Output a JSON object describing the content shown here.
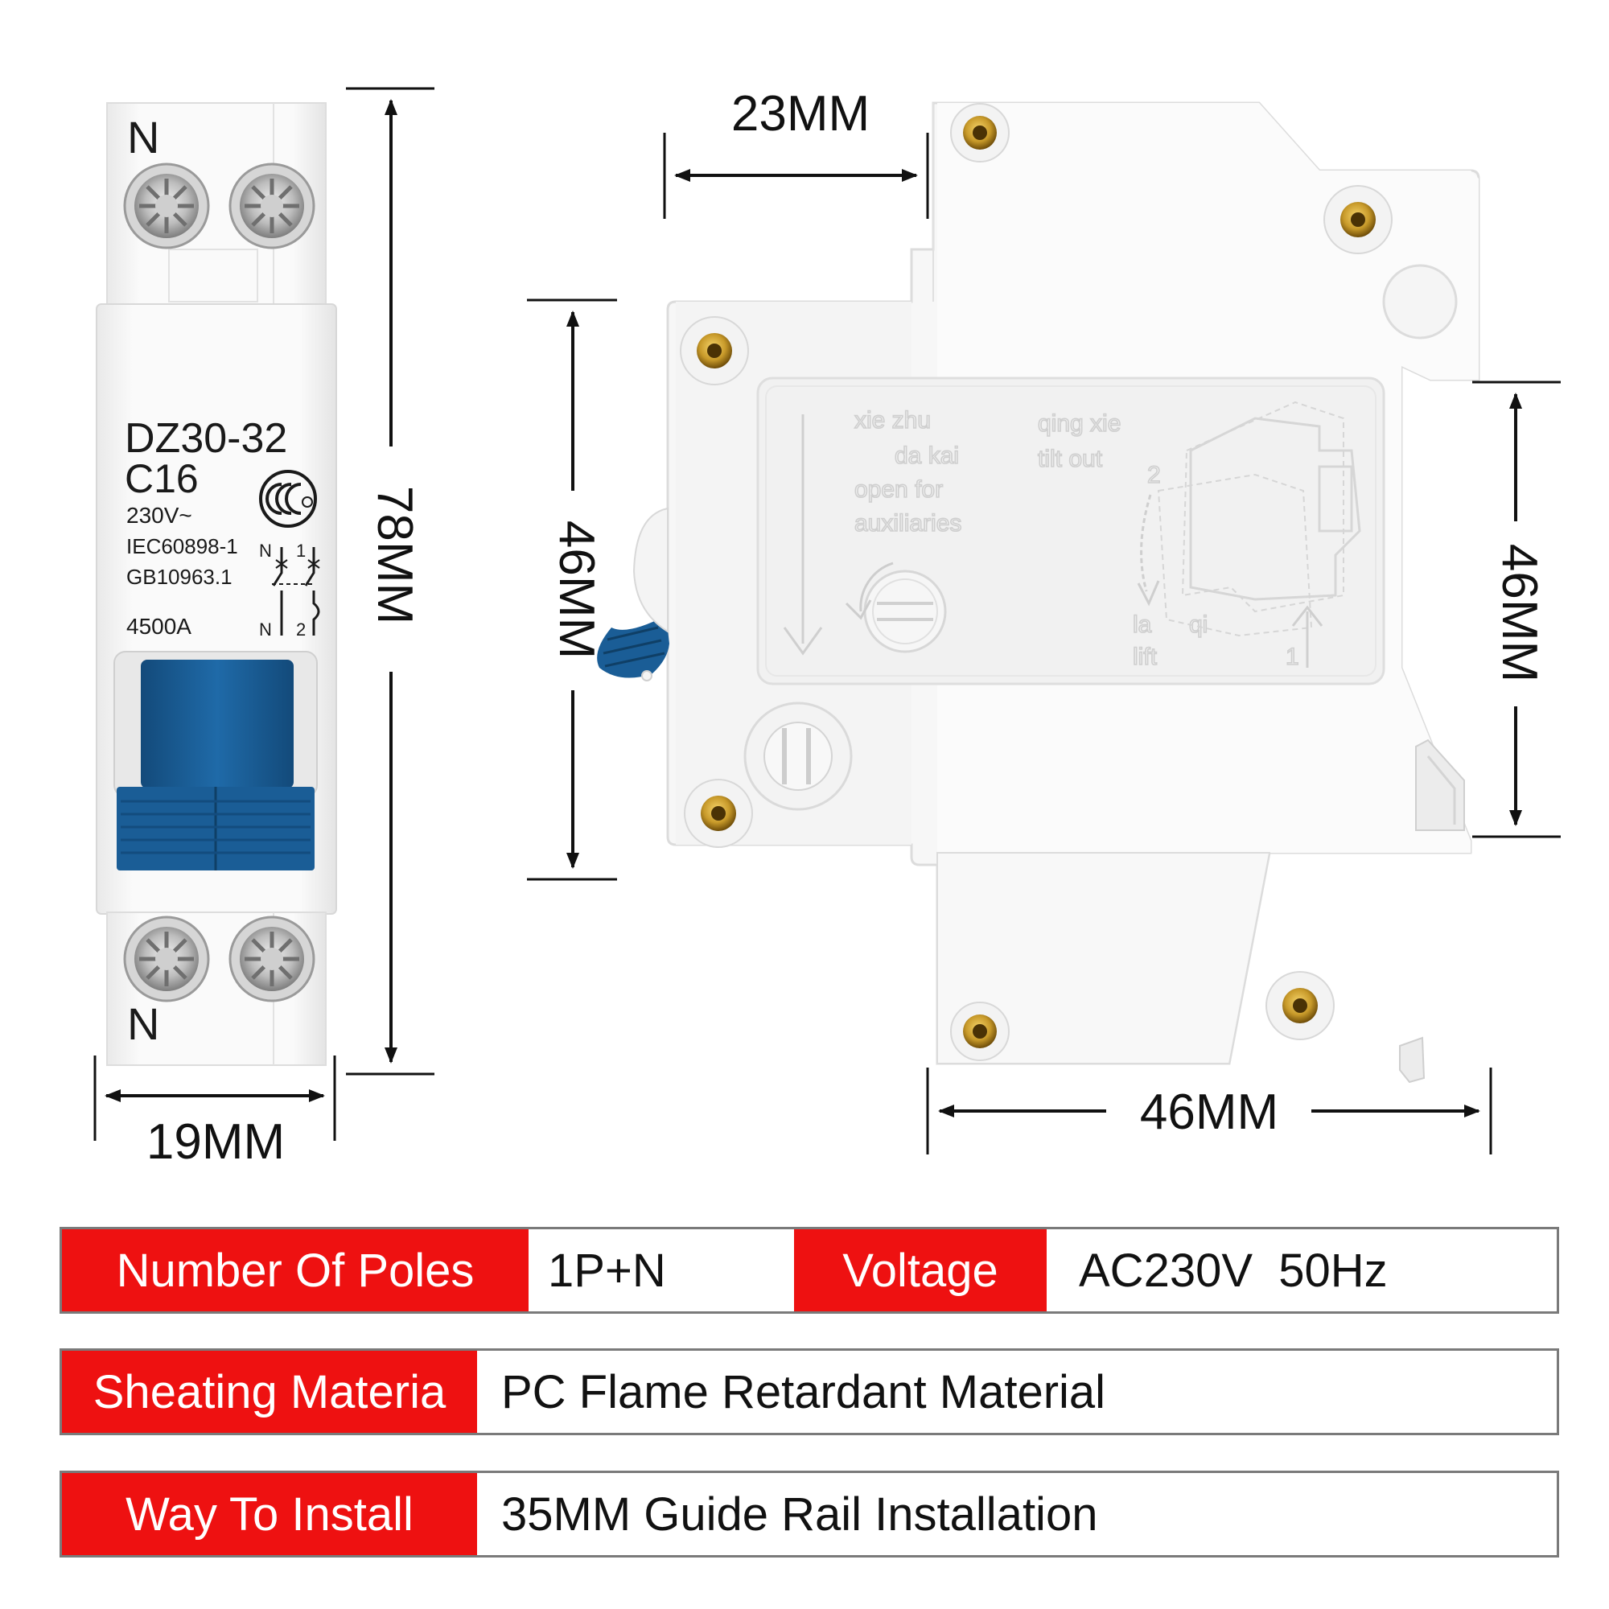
{
  "front_view": {
    "terminal_top": "N",
    "terminal_bottom": "N",
    "model": "DZ30-32",
    "rating": "C16",
    "voltage": "230V~",
    "standard_1": "IEC60898-1",
    "standard_2": "GB10963.1",
    "breaking_capacity": "4500A",
    "wiring_top_left": "N",
    "wiring_top_right": "1",
    "wiring_bottom_left": "N",
    "wiring_bottom_right": "2",
    "cert_mark": "CCC"
  },
  "dimensions": {
    "width_front": "19MM",
    "height_front": "78MM",
    "top_offset": "23MM",
    "side_height_left": "46MM",
    "side_height_right": "46MM",
    "depth": "46MM"
  },
  "side_view": {
    "embossed": {
      "line_1": "xie zhu",
      "line_2": "da kai",
      "line_3": "open for",
      "line_4": "auxiliaries",
      "line_5": "qing xie",
      "line_6": "tilt out",
      "line_7": "la",
      "line_8": "qi",
      "line_9": "lift",
      "step_1": "1",
      "step_2": "2"
    }
  },
  "specs": {
    "poles_label": "Number Of Poles",
    "poles_value": "1P+N",
    "voltage_label": "Voltage",
    "voltage_value": "AC230V  50Hz",
    "material_label": "Sheating Materia",
    "material_value": "PC Flame Retardant Material",
    "install_label": "Way To Install",
    "install_value": "35MM Guide Rail Installation"
  },
  "colors": {
    "handle": "#1a5d96",
    "spec_label_bg": "#ee1111",
    "screw_brass": "#c89a2a"
  }
}
